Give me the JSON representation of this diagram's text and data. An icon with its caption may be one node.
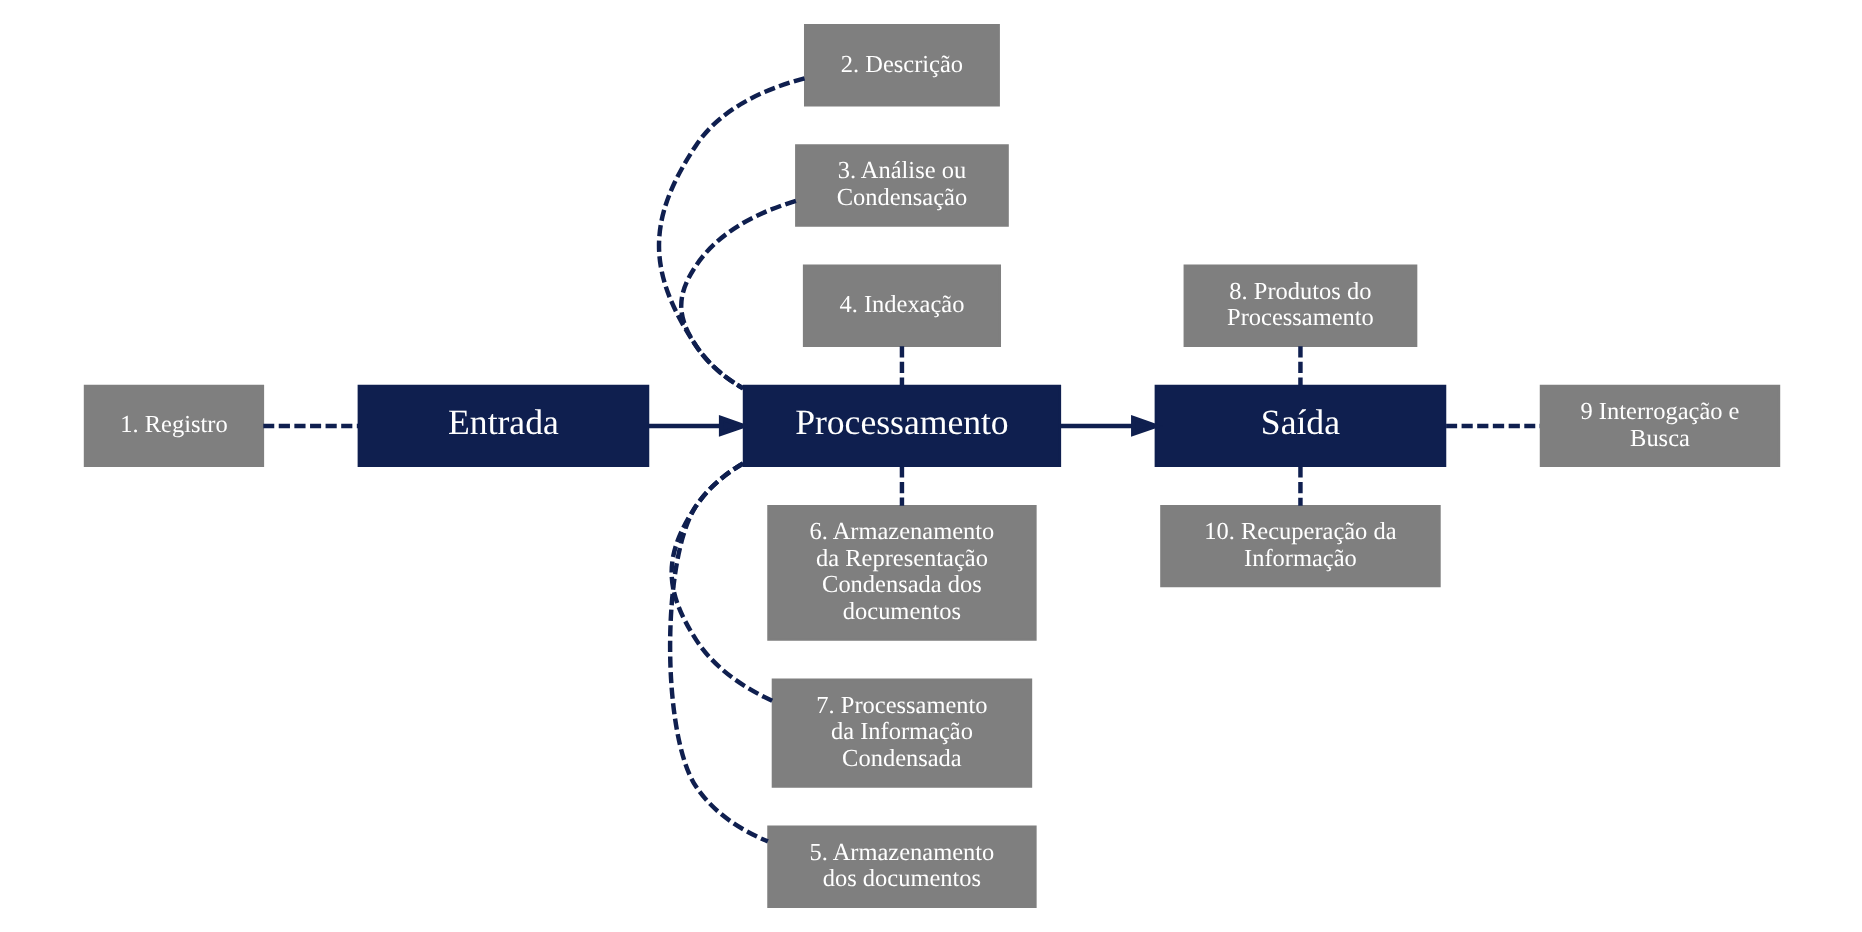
{
  "diagram": {
    "nodes": [
      {
        "text": [
          "1. Registro"
        ]
      },
      {
        "text": [
          "Entrada"
        ]
      },
      {
        "text": [
          "Processamento"
        ]
      },
      {
        "text": [
          "Saída"
        ]
      },
      {
        "text": [
          "2. Descrição"
        ]
      },
      {
        "text": [
          "3. Análise ou Condensação"
        ]
      },
      {
        "text": [
          "4. Indexação"
        ]
      },
      {
        "text": [
          "8. Produtos do Processamento"
        ]
      },
      {
        "text": [
          "9 Interrogação e Busca"
        ]
      },
      {
        "text": [
          "5. Armazenamento dos documentos"
        ]
      },
      {
        "text": [
          "7. Processamento da Informação Condensada"
        ]
      },
      {
        "text": [
          "10. Recuperação da Informação"
        ]
      },
      {
        "text": [
          "6. Armazenamento da Representação Condensada dos documentos"
        ]
      }
    ],
    "edges": [
      {
        "from": 0,
        "to": 1,
        "arrow": "none",
        "style": "dashed"
      },
      {
        "from": 1,
        "to": 2,
        "arrow": "to"
      },
      {
        "from": 2,
        "to": 3,
        "arrow": "to"
      },
      {
        "from": 4,
        "to": 2,
        "arrow": "none",
        "style": "dashed"
      },
      {
        "from": 5,
        "to": 2,
        "arrow": "none",
        "style": "dashed"
      },
      {
        "from": 6,
        "to": 2,
        "arrow": "none",
        "style": "dashed"
      },
      {
        "from": 7,
        "to": 3,
        "arrow": "none",
        "style": "dashed"
      },
      {
        "from": 3,
        "to": 8,
        "arrow": "none",
        "style": "dashed"
      },
      {
        "from": 2,
        "to": 9,
        "arrow": "none",
        "style": "dashed"
      },
      {
        "from": 2,
        "to": 10,
        "arrow": "none",
        "style": "dashed"
      },
      {
        "from": 3,
        "to": 11,
        "arrow": "none",
        "style": "dashed"
      },
      {
        "from": 2,
        "to": 12,
        "arrow": "none",
        "style": "dashed"
      }
    ]
  }
}
